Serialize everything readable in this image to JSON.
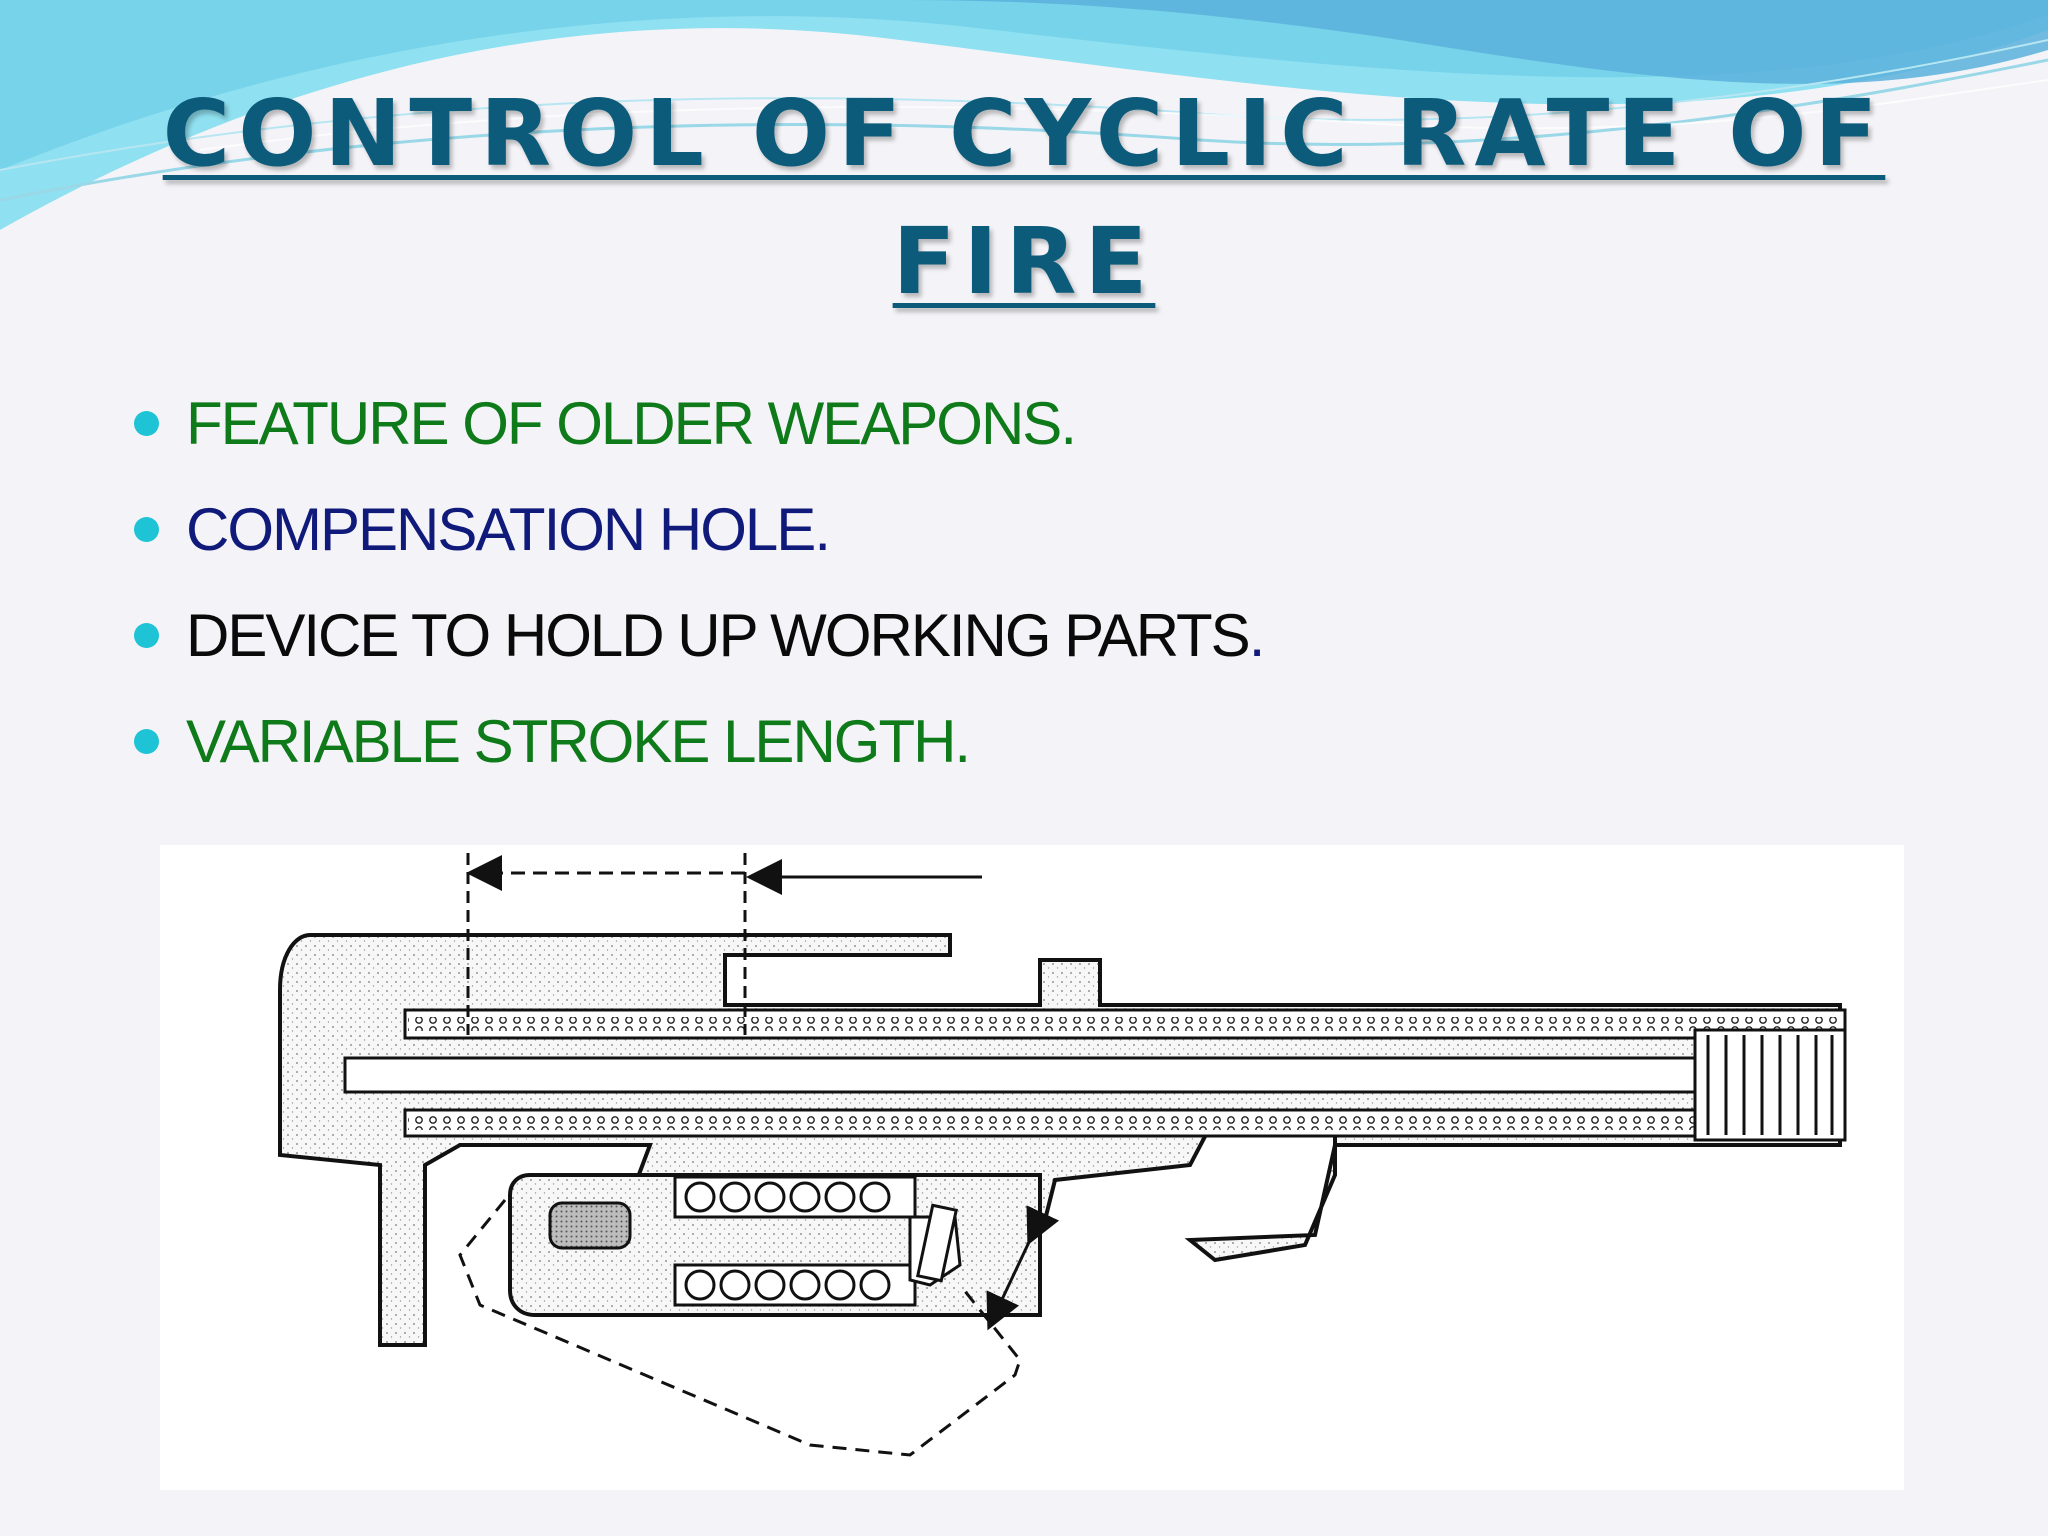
{
  "slide": {
    "title": "CONTROL OF CYCLIC RATE OF FIRE",
    "bullets": [
      {
        "text": "FEATURE OF OLDER WEAPONS.",
        "color": "#0f7a1a"
      },
      {
        "text": "COMPENSATION HOLE.",
        "color": "#101a7a"
      },
      {
        "text": "DEVICE TO HOLD UP WORKING PARTS",
        "period": ".",
        "color": "#0a0a0a",
        "period_color": "#101a7a"
      },
      {
        "text": "VARIABLE STROKE LENGTH.",
        "color": "#0f7a1a"
      }
    ],
    "diagram_icon": "variable-stroke-mechanism-diagram"
  },
  "colors": {
    "title": "#0d5b7b",
    "bullet_dot": "#1fc3d6",
    "wave_light": "#7fd9ee",
    "wave_dark": "#5ab8de",
    "background": "#f4f4f8"
  }
}
